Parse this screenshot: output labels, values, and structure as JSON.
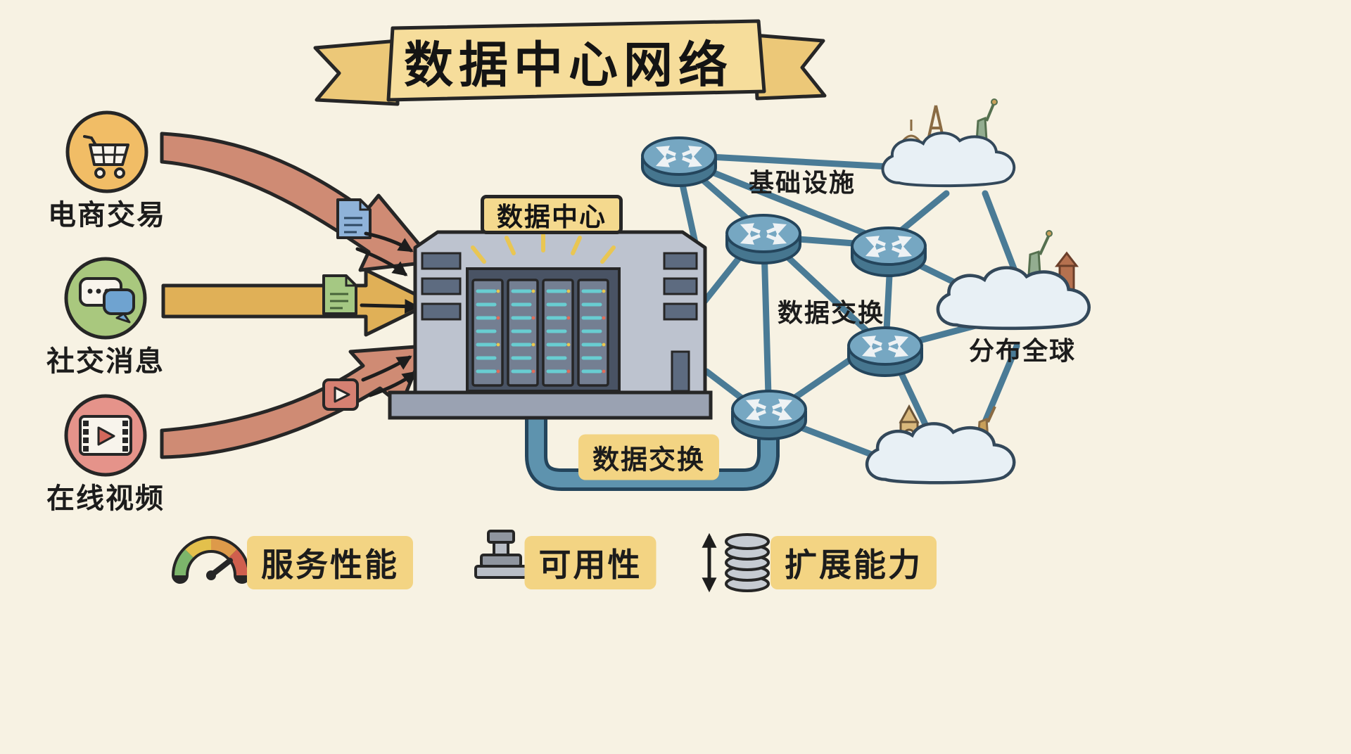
{
  "title": "数据中心网络",
  "sources": [
    {
      "icon": "shopping-cart-icon",
      "label": "电商交易"
    },
    {
      "icon": "chat-bubbles-icon",
      "label": "社交消息"
    },
    {
      "icon": "video-film-icon",
      "label": "在线视频"
    }
  ],
  "network": {
    "datacenter_label": "数据中心",
    "labels": {
      "infrastructure": "基础设施",
      "exchange_right": "数据交换",
      "exchange_bottom": "数据交换",
      "global_distribution": "分布全球"
    }
  },
  "legend": [
    {
      "icon": "gauge-icon",
      "label": "服务性能"
    },
    {
      "icon": "stamp-press-icon",
      "label": "可用性"
    },
    {
      "icon": "spring-scale-icon",
      "label": "扩展能力"
    }
  ],
  "colors": {
    "background": "#f7f2e3",
    "ribbon_yellow": "#f6dd9b",
    "highlight_yellow": "#f3d483",
    "arrow_salmon": "#cf8b74",
    "arrow_yellow": "#e0b057",
    "router_blue": "#76a7c2",
    "link_blue": "#4a7b96",
    "building_gray": "#bdc3cf",
    "rack_teal": "#68cdd1"
  }
}
